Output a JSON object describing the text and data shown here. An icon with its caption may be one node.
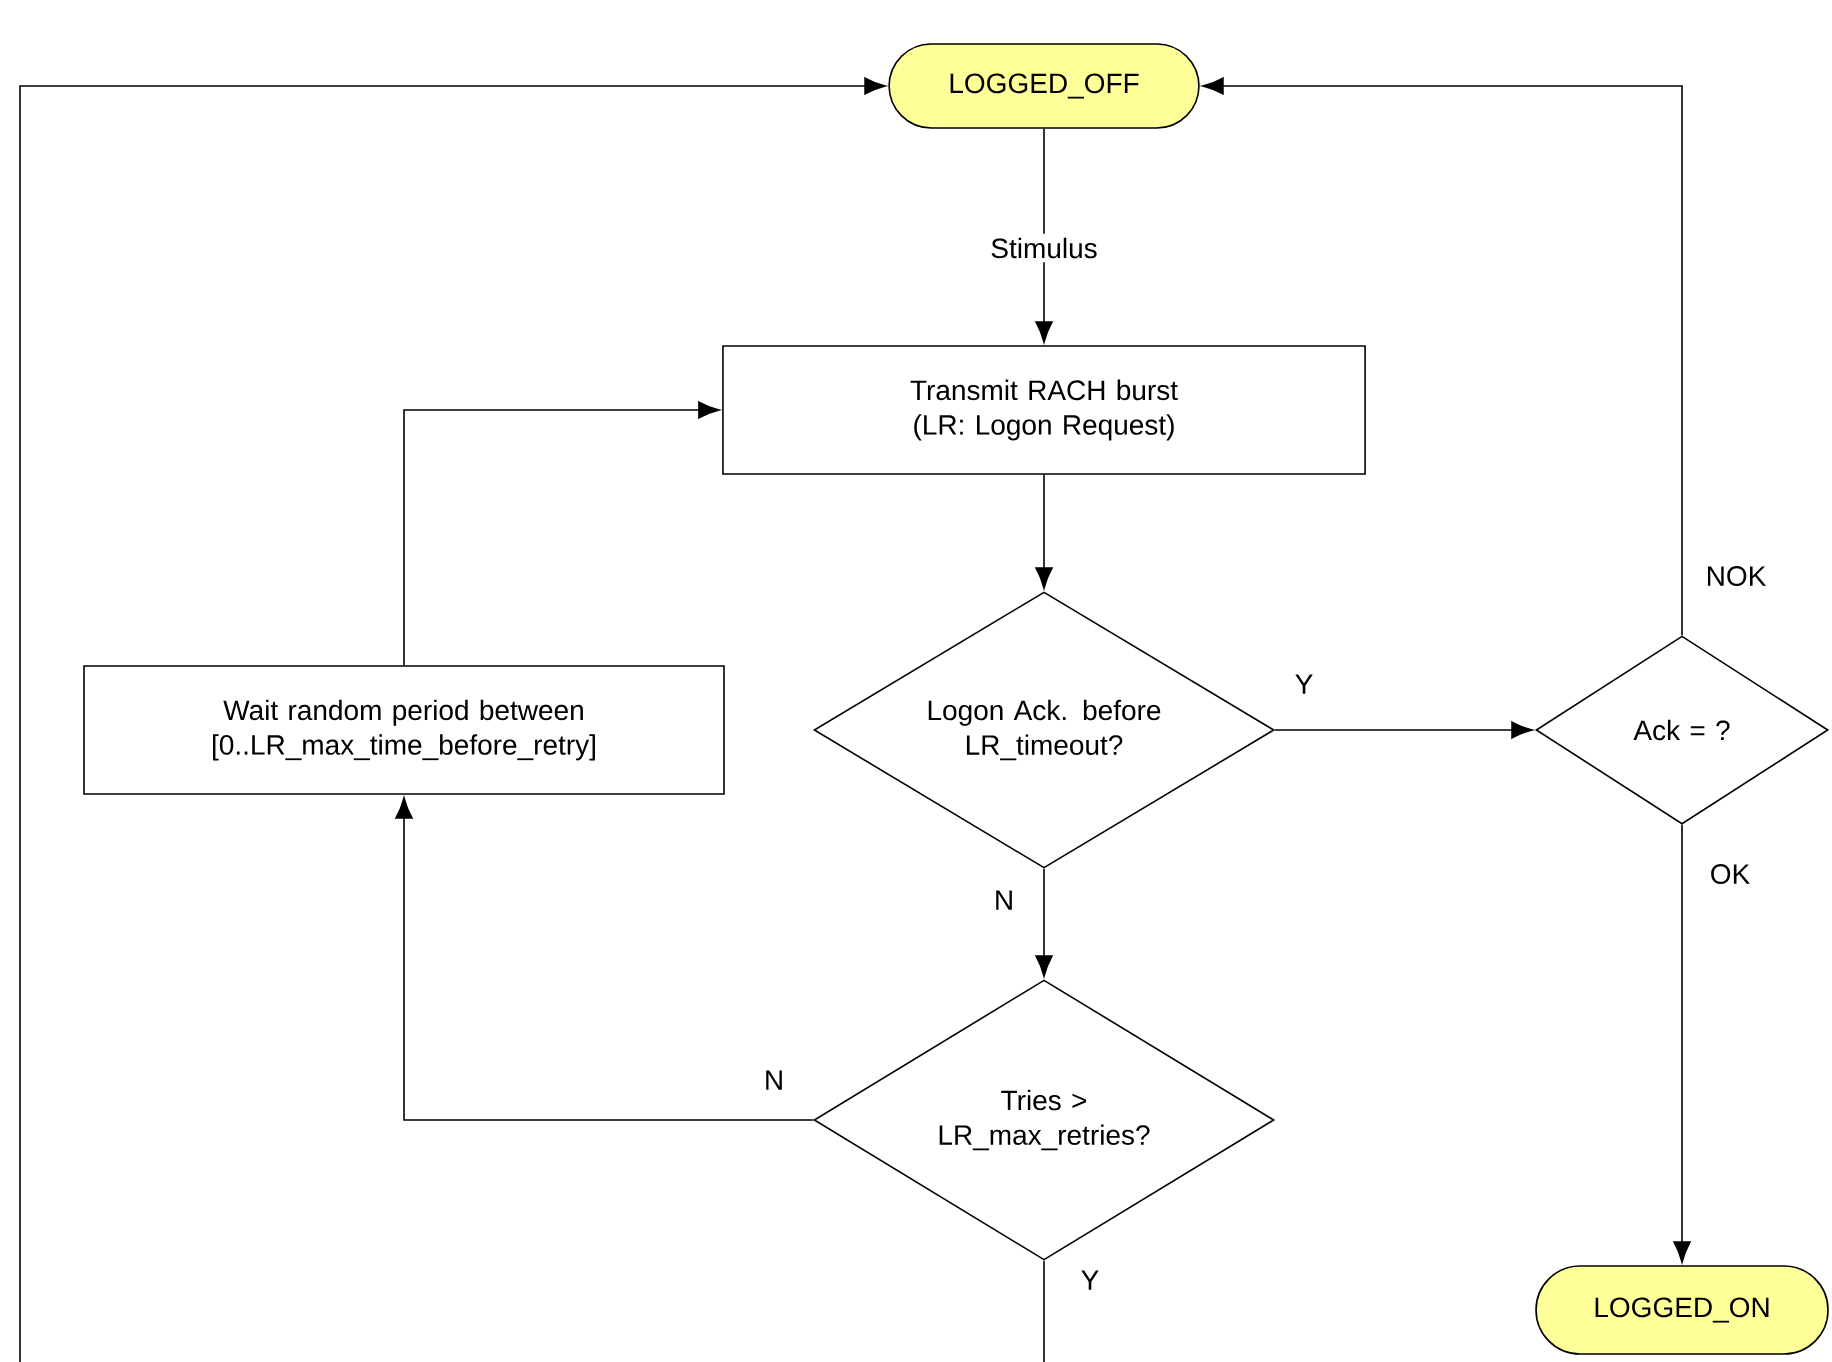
{
  "diagram": {
    "nodes": [
      {
        "text": [
          "LOGGED_OFF"
        ]
      },
      {
        "text": [
          "Transmit RACH burst (LR: Logon Request)"
        ]
      },
      {
        "text": [
          "Logon Ack. before LR_timeout?"
        ]
      },
      {
        "text": [
          "Wait random period between [0..LR_max_time_before_retry]"
        ]
      },
      {
        "text": [
          "Tries > LR_max_retries?"
        ]
      },
      {
        "text": [
          "Ack = ?"
        ]
      },
      {
        "text": [
          "LOGGED_ON"
        ]
      }
    ],
    "edges": [
      {
        "from": 0,
        "to": 1,
        "arrow": "to",
        "label": "Stimulus"
      },
      {
        "from": 1,
        "to": 2,
        "arrow": "to"
      },
      {
        "from": 2,
        "to": 5,
        "arrow": "to",
        "label": "Y"
      },
      {
        "from": 2,
        "to": 4,
        "arrow": "to",
        "label": "N"
      },
      {
        "from": 4,
        "to": 3,
        "arrow": "to",
        "label": "N"
      },
      {
        "from": 3,
        "to": 1,
        "arrow": "to"
      },
      {
        "from": 5,
        "to": 0,
        "arrow": "to",
        "label": "NOK"
      },
      {
        "from": 5,
        "to": 6,
        "arrow": "to",
        "label": "OK"
      },
      {
        "from": 4,
        "to": 0,
        "arrow": "to",
        "label": "Y"
      }
    ]
  }
}
